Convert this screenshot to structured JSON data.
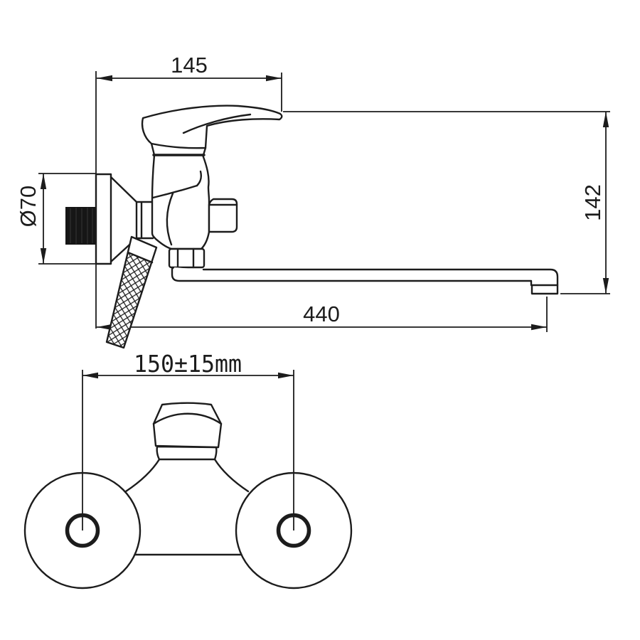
{
  "drawing": {
    "background": "#ffffff",
    "ink": "#1c1c1c",
    "dims": {
      "handle_projection": "145",
      "overall_height": "142",
      "flange_diameter": "Ø70",
      "spout_reach": "440",
      "mounting_centers": "150±15mm"
    }
  }
}
